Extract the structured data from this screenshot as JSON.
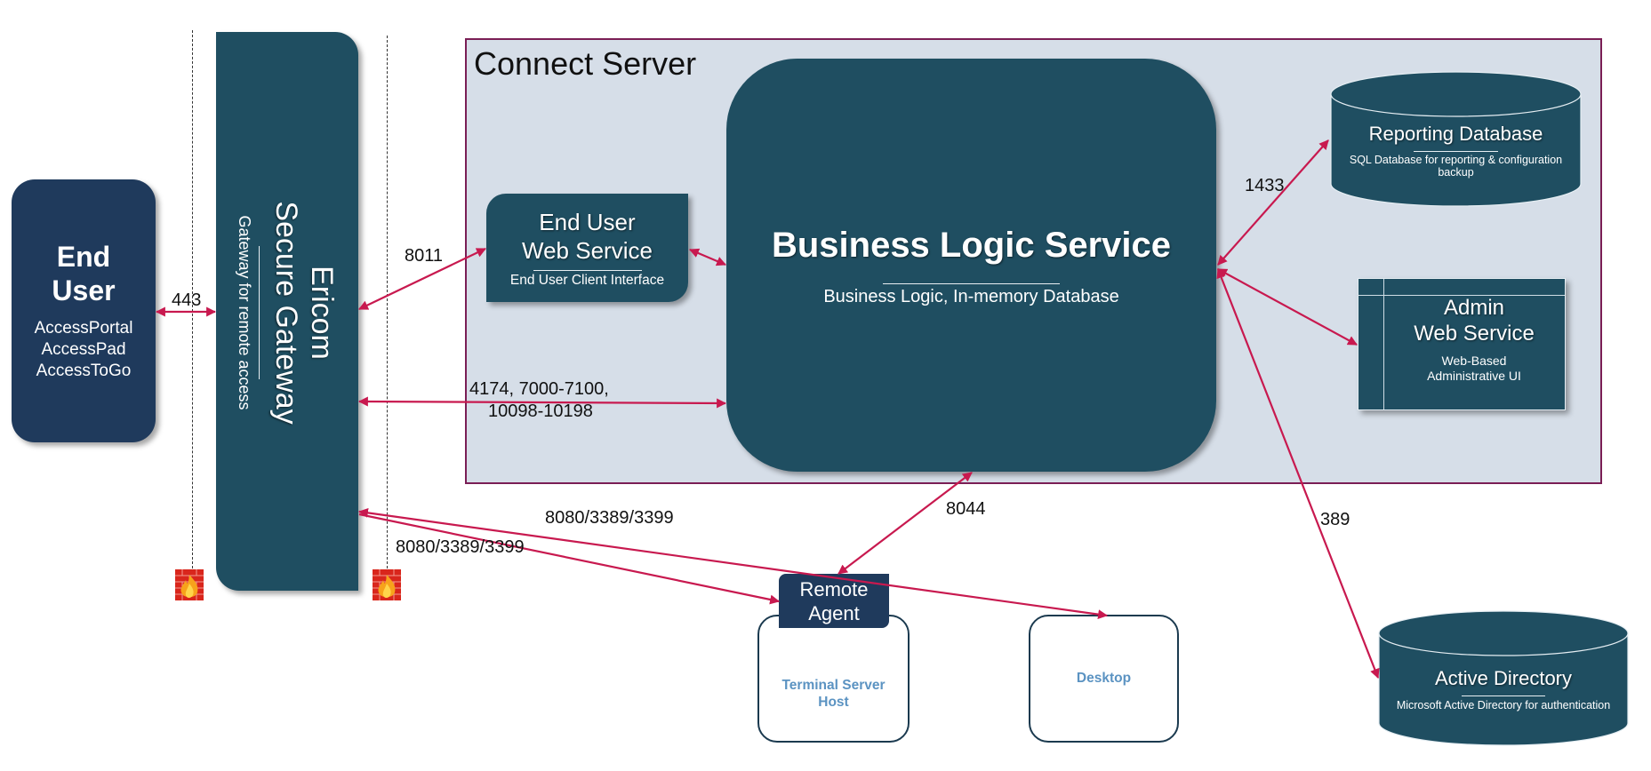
{
  "end_user": {
    "title_line1": "End",
    "title_line2": "User",
    "clients": [
      "AccessPortal",
      "AccessPad",
      "AccessToGo"
    ]
  },
  "gateway": {
    "title_line1": "Ericom",
    "title_line2": "Secure Gateway",
    "subtitle": "Gateway for remote access"
  },
  "connect_server": {
    "title": "Connect Server"
  },
  "end_user_web_service": {
    "title_line1": "End User",
    "title_line2": "Web Service",
    "subtitle": "End User Client Interface"
  },
  "business_logic": {
    "title": "Business Logic Service",
    "subtitle": "Business Logic, In-memory Database"
  },
  "reporting_db": {
    "title": "Reporting Database",
    "subtitle": "SQL Database for reporting & configuration backup"
  },
  "admin_web_service": {
    "title_line1": "Admin",
    "title_line2": "Web Service",
    "subtitle_line1": "Web-Based",
    "subtitle_line2": "Administrative UI"
  },
  "active_directory": {
    "title": "Active Directory",
    "subtitle": "Microsoft Active Directory for authentication"
  },
  "remote_agent": {
    "line1": "Remote",
    "line2": "Agent"
  },
  "terminal_server": {
    "line1": "Terminal Server",
    "line2": "Host"
  },
  "desktop": {
    "label": "Desktop"
  },
  "ports": {
    "enduser_gateway": "443",
    "gateway_euws": "8011",
    "gateway_bls_line1": "4174, 7000-7100,",
    "gateway_bls_line2": "10098-10198",
    "bls_reporting": "1433",
    "bls_ad": "389",
    "bls_agent": "8044",
    "gateway_desktop": "8080/3389/3399",
    "gateway_terminal": "8080/3389/3399"
  },
  "icons": {
    "firewall": "firewall-icon"
  },
  "colors": {
    "arrow": "#c8194f",
    "container_border": "#7a1e55",
    "container_fill": "#d6dee8",
    "service_fill": "#1f4e61",
    "client_fill": "#1f3a5c",
    "host_text": "#5b93c2"
  }
}
